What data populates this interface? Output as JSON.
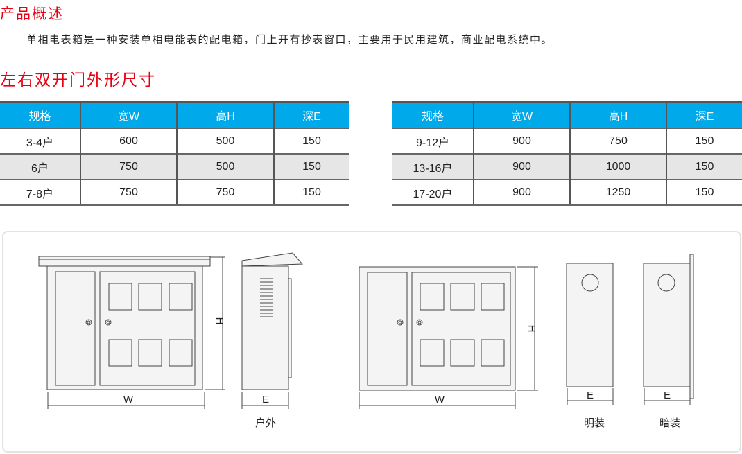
{
  "overview": {
    "title": "产品概述",
    "description": "单相电表箱是一种安装单相电能表的配电箱，门上开有抄表窗口，主要用于民用建筑，商业配电系统中。"
  },
  "dimensions": {
    "title": "左右双开门外形尺寸",
    "headers": [
      "规格",
      "宽W",
      "高H",
      "深E"
    ],
    "left_rows": [
      [
        "3-4户",
        "600",
        "500",
        "150"
      ],
      [
        "6户",
        "750",
        "500",
        "150"
      ],
      [
        "7-8户",
        "750",
        "750",
        "150"
      ]
    ],
    "right_rows": [
      [
        "9-12户",
        "900",
        "750",
        "150"
      ],
      [
        "13-16户",
        "900",
        "1000",
        "150"
      ],
      [
        "17-20户",
        "900",
        "1250",
        "150"
      ]
    ]
  },
  "diagram": {
    "w": "W",
    "h": "H",
    "e": "E",
    "outdoor": "户外",
    "surface": "明装",
    "flush": "暗装"
  },
  "colors": {
    "heading": "#e60012",
    "table_header": "#00a9e9"
  }
}
